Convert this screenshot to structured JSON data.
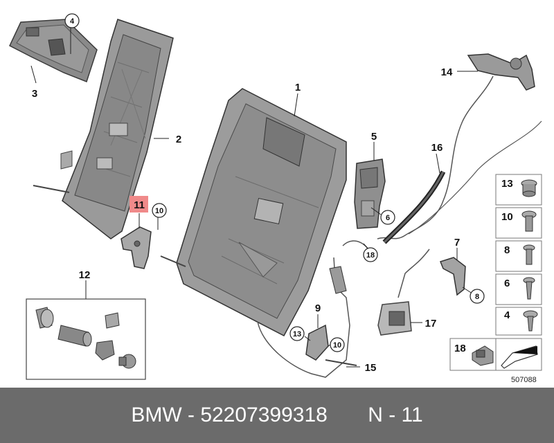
{
  "diagram": {
    "callouts": [
      "1",
      "2",
      "3",
      "4",
      "5",
      "6",
      "7",
      "8",
      "9",
      "10",
      "11",
      "12",
      "13",
      "14",
      "15",
      "16",
      "17",
      "18"
    ],
    "highlight_color": "#f08a8a",
    "legend": [
      {
        "number": "13",
        "icon": "grommet-icon"
      },
      {
        "number": "10",
        "icon": "flange-screw-icon"
      },
      {
        "number": "8",
        "icon": "short-screw-icon"
      },
      {
        "number": "6",
        "icon": "screw-icon"
      },
      {
        "number": "4",
        "icon": "collar-screw-icon"
      }
    ],
    "legend_bottom": {
      "number": "18",
      "icon": "clip-icon"
    },
    "drawing_number": "507088"
  },
  "footer": {
    "brand": "BMW",
    "sep": " - ",
    "part_number": "52207399318",
    "gap": "       ",
    "page_code": "N - 11"
  }
}
